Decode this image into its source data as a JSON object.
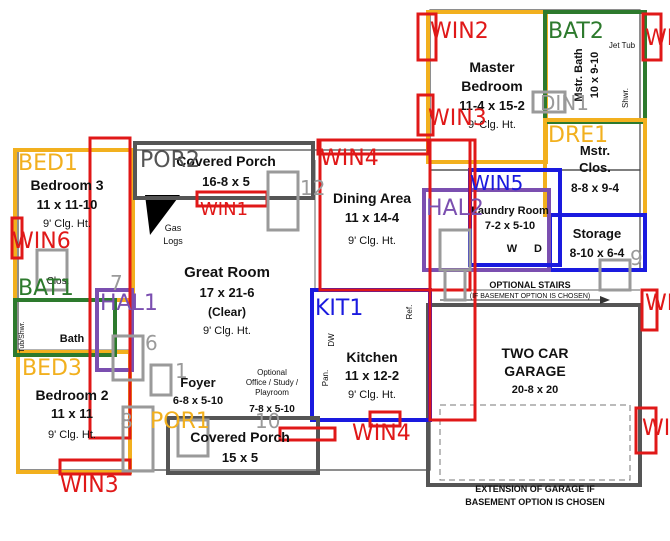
{
  "colors": {
    "bedroom": "#f2b01e",
    "bath": "#2d7a2d",
    "hall": "#7b4fb0",
    "kitchen": "#1a1adf",
    "window": "#e01818",
    "door": "#9a9a9a",
    "porch": "#555555",
    "storage": "#1a1adf",
    "garage": "#555555"
  },
  "rooms": {
    "master_bedroom": {
      "name": "Master",
      "name2": "Bedroom",
      "size": "11-4 x 15-2",
      "note": "9' Clg. Ht."
    },
    "master_bath": {
      "name": "Mstr. Bath",
      "size": "10 x 9-10"
    },
    "jet_tub": "Jet Tub",
    "shwr": "Shwr.",
    "master_clos": {
      "name": "Mstr.",
      "name2": "Clos.",
      "size": "8-8 x 9-4"
    },
    "covered_porch_top": {
      "name": "Covered Porch",
      "size": "16-8 x 5"
    },
    "dining": {
      "name": "Dining Area",
      "size": "11 x 14-4",
      "note": "9' Clg. Ht."
    },
    "bedroom3": {
      "name": "Bedroom 3",
      "size": "11 x 11-10",
      "note": "9' Clg. Ht."
    },
    "gas_logs": {
      "line1": "Gas",
      "line2": "Logs"
    },
    "great_room": {
      "name": "Great Room",
      "size": "17 x 21-6",
      "clear": "(Clear)",
      "note": "9' Clg. Ht."
    },
    "laundry": {
      "name": "Laundry Room",
      "size": "7-2 x 5-10",
      "w": "W",
      "d": "D"
    },
    "storage": {
      "name": "Storage",
      "size": "8-10 x 6-4"
    },
    "clos": "Clos.",
    "bath": "Bath",
    "tubshwr": "Tub/Shwr.",
    "optional_stairs": "OPTIONAL STAIRS",
    "basement_note": "(IF BASEMENT OPTION IS CHOSEN)",
    "kitchen": {
      "name": "Kitchen",
      "size": "11 x 12-2",
      "note": "9' Clg. Ht."
    },
    "dw": "DW",
    "ref": "Ref.",
    "pan": "Pan.",
    "garage": {
      "name": "TWO CAR",
      "name2": "GARAGE",
      "size": "20-8 x 20"
    },
    "garage_ext": {
      "line1": "EXTENSION OF GARAGE IF",
      "line2": "BASEMENT OPTION IS CHOSEN"
    },
    "bedroom2": {
      "name": "Bedroom 2",
      "size": "11 x 11",
      "note": "9' Clg. Ht."
    },
    "foyer": {
      "name": "Foyer",
      "size": "6-8 x 5-10"
    },
    "office": {
      "line1": "Optional",
      "line2": "Office / Study /",
      "line3": "Playroom",
      "size": "7-8 x 5-10"
    },
    "covered_porch_bottom": {
      "name": "Covered Porch",
      "size": "15 x 5"
    }
  },
  "tags": {
    "win2": "WIN2",
    "bat2": "BAT2",
    "win_right_top": "WI",
    "din1": "DIN1",
    "win3": "WIN3",
    "dre1": "DRE1",
    "bed1": "BED1",
    "por2": "POR2",
    "win4": "WIN4",
    "win1": "WIN1",
    "d12": "12",
    "win6": "WIN6",
    "hal2": "HAL2",
    "d9": "9",
    "win5": "WIN5",
    "d7": "7",
    "bat1": "BAT1",
    "hal1": "HAL1",
    "d6": "6",
    "kit1": "KIT1",
    "bed3": "BED3",
    "d1": "1",
    "win_right_bottom": "WI",
    "win_right_mid": "WI",
    "win_bottom": "WIN4",
    "win_bottom2": "WIN3",
    "d10": "10",
    "d8": "8",
    "por1": "POR1"
  }
}
